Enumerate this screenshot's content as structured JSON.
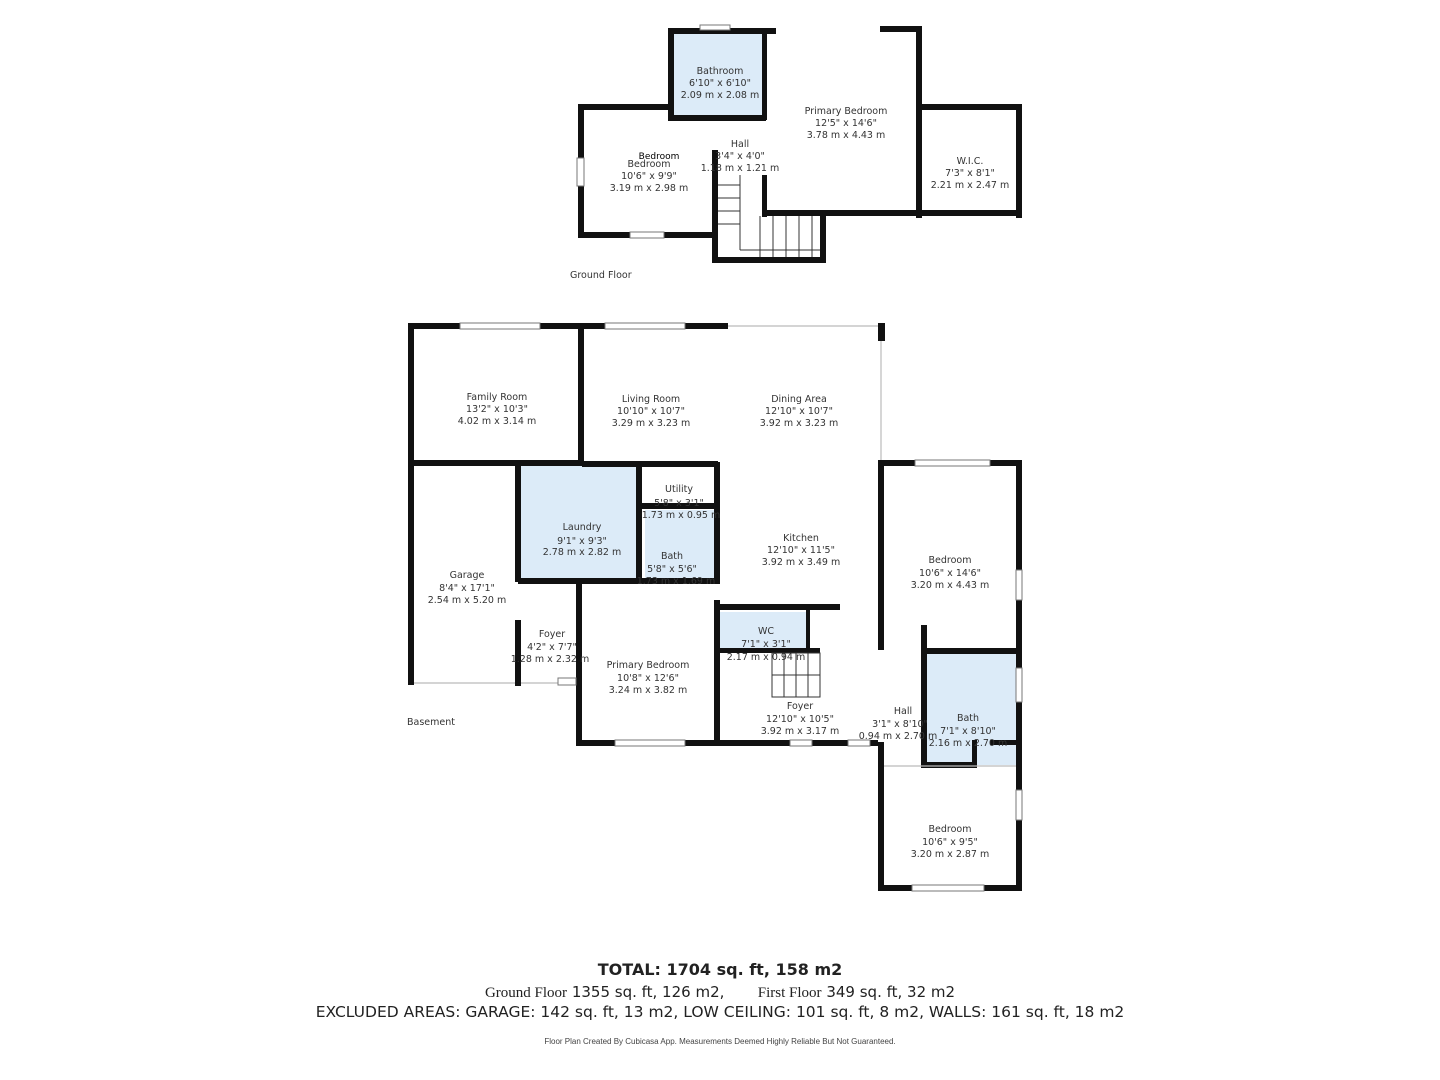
{
  "colors": {
    "wall": "#111111",
    "wet_room_fill": "#dcebf8"
  },
  "upper_plan": {
    "floor_label": "Ground Floor",
    "rooms": [
      {
        "name": "Bathroom",
        "imperial": "6'10\" x 6'10\"",
        "metric": "2.09 m x 2.08 m"
      },
      {
        "name": "Primary Bedroom",
        "imperial": "12'5\" x 14'6\"",
        "metric": "3.78 m x 4.43 m"
      },
      {
        "name": "Hall",
        "imperial": "3'4\" x 4'0\"",
        "metric": "1.18 m x 1.21 m"
      },
      {
        "name": "Bedroom",
        "imperial": "10'6\" x 9'9\"",
        "metric": "3.19 m x 2.98 m",
        "overlay_label": "Bedroom"
      },
      {
        "name": "W.I.C.",
        "imperial": "7'3\" x 8'1\"",
        "metric": "2.21 m x 2.47 m"
      }
    ]
  },
  "lower_plan": {
    "floor_label": "Basement",
    "rooms": [
      {
        "name": "Family Room",
        "imperial": "13'2\" x 10'3\"",
        "metric": "4.02 m x 3.14 m"
      },
      {
        "name": "Living Room",
        "imperial": "10'10\" x 10'7\"",
        "metric": "3.29 m x 3.23 m"
      },
      {
        "name": "Dining Area",
        "imperial": "12'10\" x 10'7\"",
        "metric": "3.92 m x 3.23 m"
      },
      {
        "name": "Utility",
        "imperial": "5'8\" x 3'1\"",
        "metric": "1.73 m x 0.95 m"
      },
      {
        "name": "Laundry",
        "imperial": "9'1\" x 9'3\"",
        "metric": "2.78 m x 2.82 m"
      },
      {
        "name": "Bath",
        "imperial": "5'8\" x 5'6\"",
        "metric": "1.73 m x 1.69 m"
      },
      {
        "name": "Kitchen",
        "imperial": "12'10\" x 11'5\"",
        "metric": "3.92 m x 3.49 m"
      },
      {
        "name": "Garage",
        "imperial": "8'4\" x 17'1\"",
        "metric": "2.54 m x 5.20 m"
      },
      {
        "name": "Foyer",
        "imperial": "4'2\" x 7'7\"",
        "metric": "1.28 m x 2.32 m"
      },
      {
        "name": "Primary Bedroom",
        "imperial": "10'8\" x 12'6\"",
        "metric": "3.24 m x 3.82 m"
      },
      {
        "name": "WC",
        "imperial": "7'1\" x 3'1\"",
        "metric": "2.17 m x 0.94 m"
      },
      {
        "name": "Foyer",
        "imperial": "12'10\" x 10'5\"",
        "metric": "3.92 m x 3.17 m"
      },
      {
        "name": "Bedroom",
        "imperial": "10'6\" x 14'6\"",
        "metric": "3.20 m x 4.43 m"
      },
      {
        "name": "Hall",
        "imperial": "3'1\" x 8'10\"",
        "metric": "0.94 m x 2.70 m"
      },
      {
        "name": "Bath",
        "imperial": "7'1\" x 8'10\"",
        "metric": "2.16 m x 2.70 m"
      },
      {
        "name": "Bedroom",
        "imperial": "10'6\" x 9'5\"",
        "metric": "3.20 m x 2.87 m"
      }
    ]
  },
  "summary": {
    "total": "TOTAL: 1704 sq. ft, 158 m2",
    "ground_floor_label": "Ground Floor",
    "ground_floor_area": "1355 sq. ft, 126 m2,",
    "first_floor_label": "First Floor",
    "first_floor_area": "349 sq. ft, 32 m2",
    "excluded": "EXCLUDED AREAS: GARAGE: 142 sq. ft, 13 m2, LOW CEILING: 101 sq. ft, 8 m2, WALLS: 161 sq. ft, 18 m2",
    "disclaimer": "Floor Plan Created By Cubicasa App. Measurements Deemed Highly Reliable But Not Guaranteed."
  }
}
